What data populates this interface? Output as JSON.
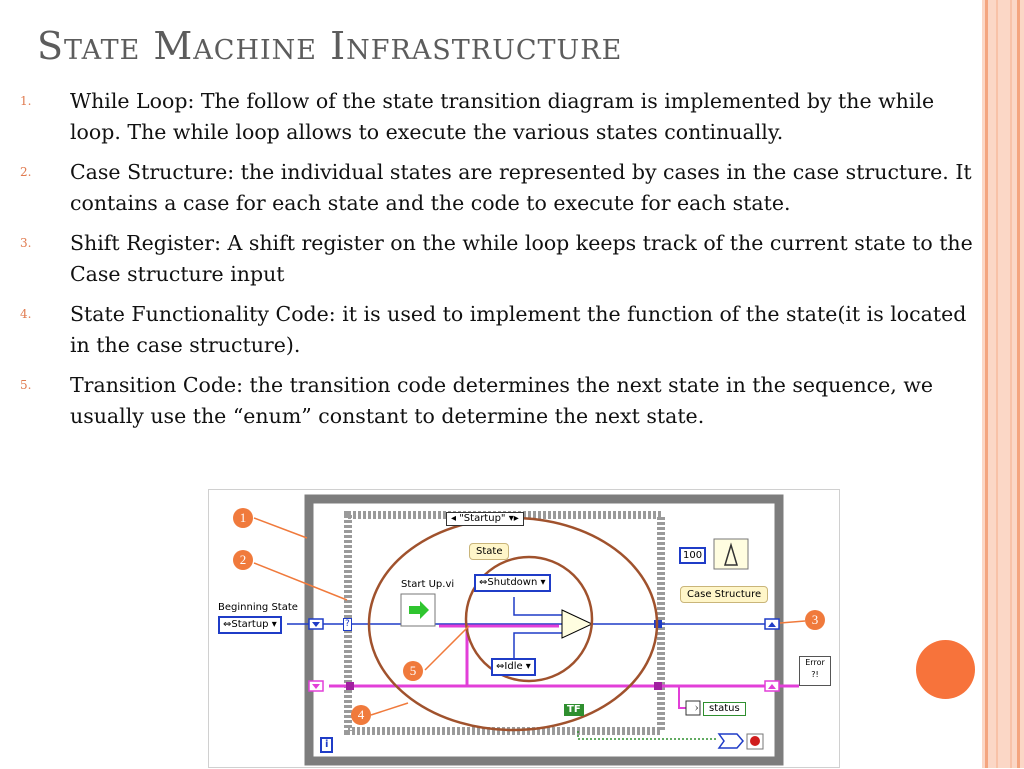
{
  "slide": {
    "title": "State Machine Infrastructure",
    "points": [
      {
        "num": "1.",
        "text": "While Loop: The follow of the state transition diagram is implemented by the while loop. The while loop allows to execute the various states continually."
      },
      {
        "num": "2.",
        "text": "Case Structure: the individual states are represented by cases in the case structure. It contains a case for each state and the code to execute for each state."
      },
      {
        "num": "3.",
        "text": "Shift Register: A shift register on the while loop keeps track of the current state to the Case structure input"
      },
      {
        "num": "4.",
        "text": "State Functionality Code:  it is used to implement the function of the state(it is located in the case structure)."
      },
      {
        "num": "5.",
        "text": "Transition Code: the transition code determines the next state in the sequence, we usually use the “enum” constant to determine the next state."
      }
    ]
  },
  "diagram": {
    "case_selector": "\"Startup\"",
    "state_tag": "State",
    "case_structure_tag": "Case Structure",
    "subvi_label": "Start Up.vi",
    "beginning_state_label": "Beginning State",
    "beginning_state_value": "Startup",
    "enum_shutdown": "Shutdown",
    "enum_idle": "Idle",
    "const_100": "100",
    "status_label": "status",
    "tf_label": "TF",
    "error_label": "Error",
    "iteration_label": "i",
    "index_label": "?",
    "callouts": [
      "1",
      "2",
      "3",
      "4",
      "5"
    ]
  },
  "colors": {
    "title": "#5c5c5c",
    "number": "#e07b50",
    "accent_orange": "#f7733b",
    "wire_blue": "#1f3cc7",
    "wire_pink": "#e23fd8",
    "ellipse": "#a0522d"
  }
}
